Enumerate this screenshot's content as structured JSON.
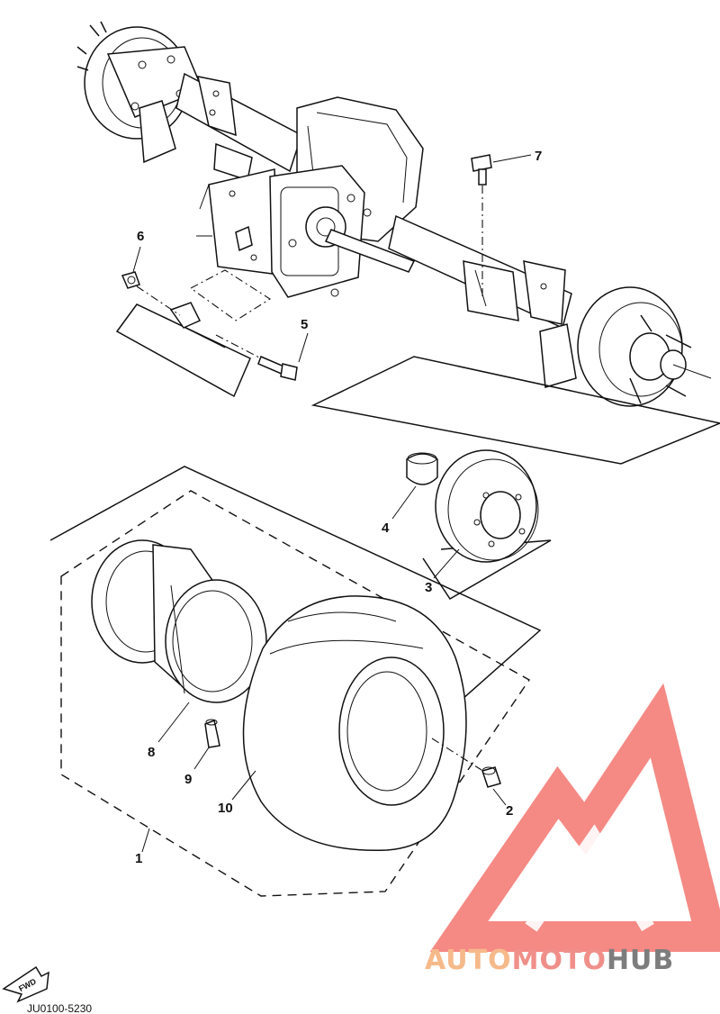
{
  "diagram": {
    "callouts": [
      {
        "id": "1",
        "text": "1"
      },
      {
        "id": "2",
        "text": "2"
      },
      {
        "id": "3",
        "text": "3"
      },
      {
        "id": "4",
        "text": "4"
      },
      {
        "id": "5",
        "text": "5"
      },
      {
        "id": "6",
        "text": "6"
      },
      {
        "id": "7",
        "text": "7"
      },
      {
        "id": "8",
        "text": "8"
      },
      {
        "id": "9",
        "text": "9"
      },
      {
        "id": "10",
        "text": "10"
      }
    ],
    "fwd_arrow": "FWD",
    "drawing_code": "JU0100-5230"
  },
  "watermark": {
    "part1": "AUTO",
    "part2": "MOTO",
    "part3": "HUB",
    "colors": {
      "auto": "#f6b98a",
      "moto": "#f08f8a",
      "hub": "#7d7d7d",
      "logo": "#f0473f"
    }
  }
}
